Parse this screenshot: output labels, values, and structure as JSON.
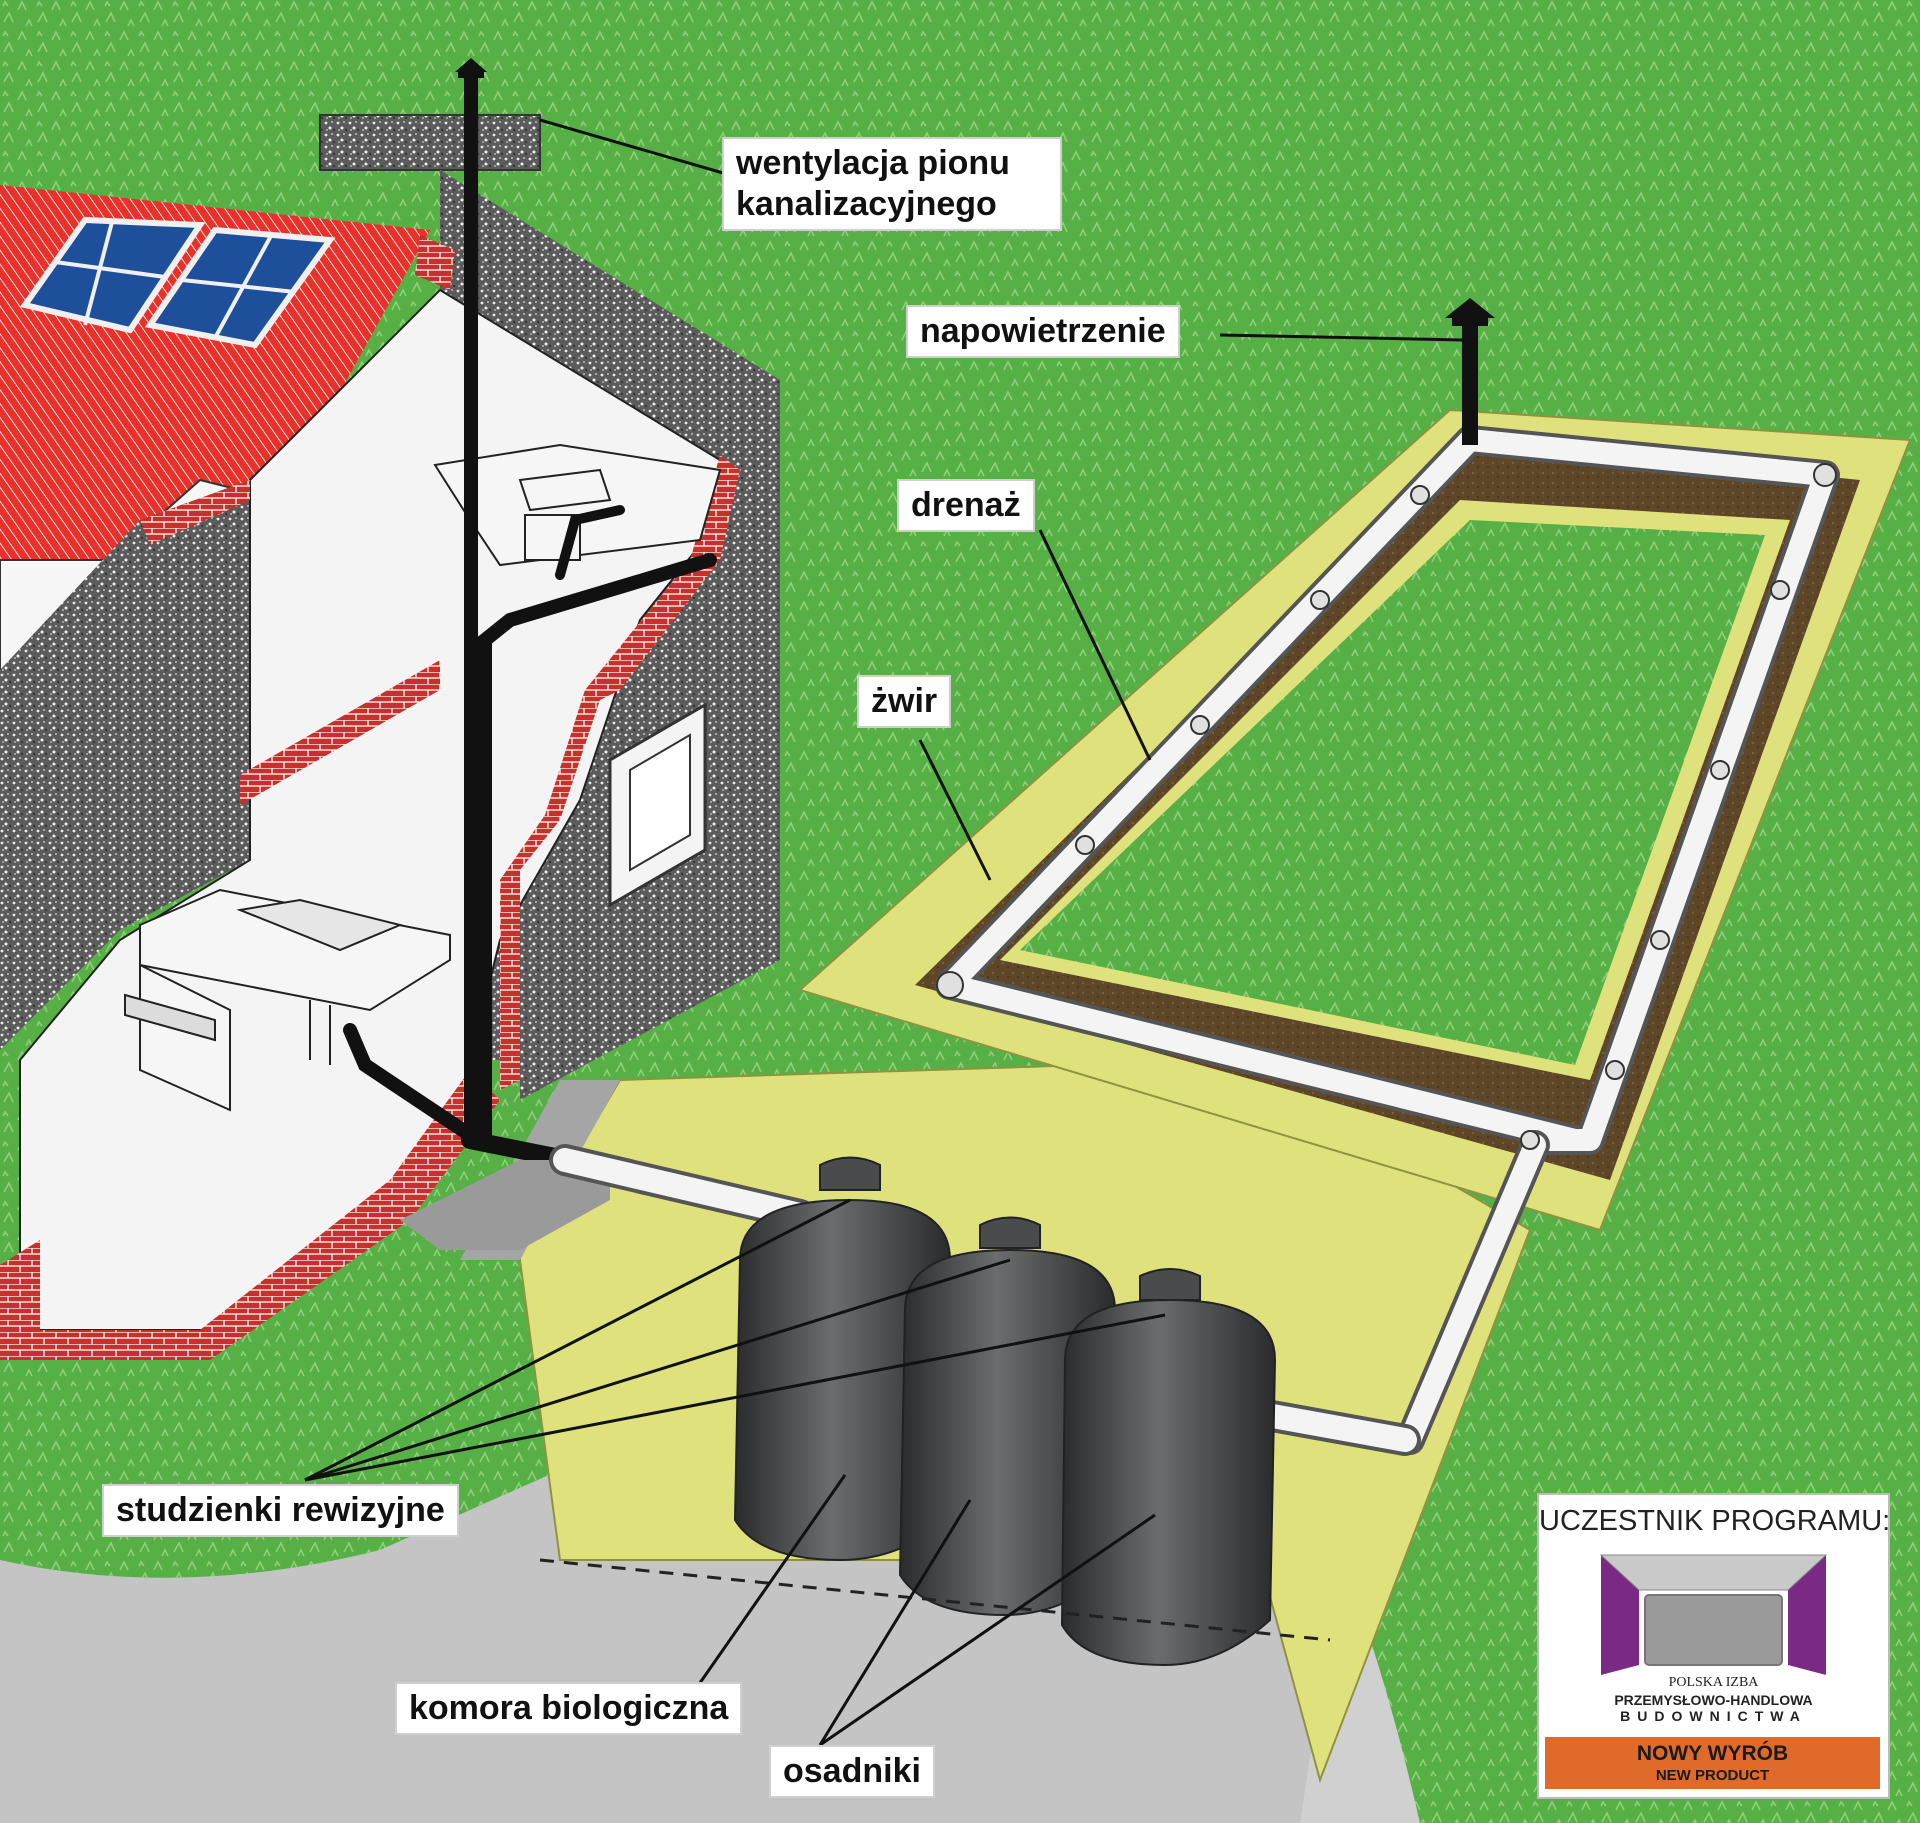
{
  "labels": {
    "vent_line1": "wentylacja pionu",
    "vent_line2": "kanalizacyjnego",
    "aeration": "napowietrzenie",
    "drainage": "drenaż",
    "gravel": "żwir",
    "inspection_wells": "studzienki rewizyjne",
    "bio_chamber": "komora biologiczna",
    "settlers": "osadniki"
  },
  "badge": {
    "header": "UCZESTNIK PROGRAMU:",
    "org_line1": "POLSKA IZBA",
    "org_line2": "PRZEMYSŁOWO-HANDLOWA",
    "org_line3": "BUDOWNICTWA",
    "product_pl": "NOWY WYRÓB",
    "product_en": "NEW PRODUCT"
  },
  "colors": {
    "grass": "#57b045",
    "roof_red": "#e8312a",
    "brick": "#c8302a",
    "pipe_black": "#111111",
    "pipe_white": "#f4f4f4",
    "gravel_yellow": "#dfe27c",
    "soil_brown": "#5e4628",
    "tank_dark": "#3d3f40",
    "badge_purple": "#7a2a85",
    "badge_orange": "#e06a2a"
  }
}
